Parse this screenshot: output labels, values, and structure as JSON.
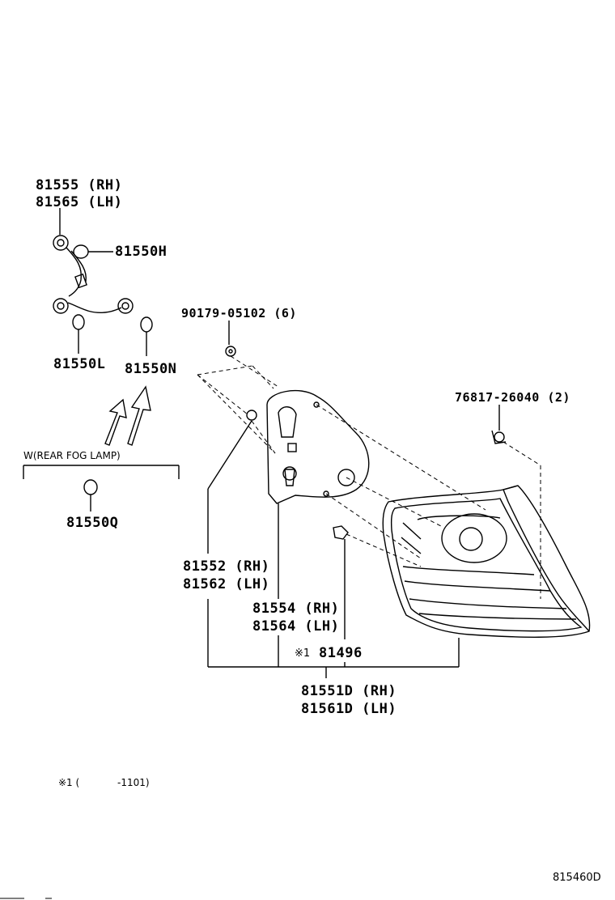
{
  "labels": {
    "p81555": "81555 (RH)",
    "p81565": "81565 (LH)",
    "p81550h": "81550H",
    "p81550l": "81550L",
    "p81550n": "81550N",
    "p90179": "90179-05102 (6)",
    "p76817": "76817-26040 (2)",
    "fog_caption": "W(REAR FOG LAMP)",
    "p81550q": "81550Q",
    "p81552": "81552 (RH)",
    "p81562": "81562 (LH)",
    "p81554": "81554 (RH)",
    "p81564": "81564 (LH)",
    "p81496_mark": "※1",
    "p81496": "81496",
    "p81551d": "81551D (RH)",
    "p81561d": "81561D (LH)",
    "footnote_mark": "※1 (",
    "footnote_range": "-1101)",
    "figure_code": "815460D"
  }
}
